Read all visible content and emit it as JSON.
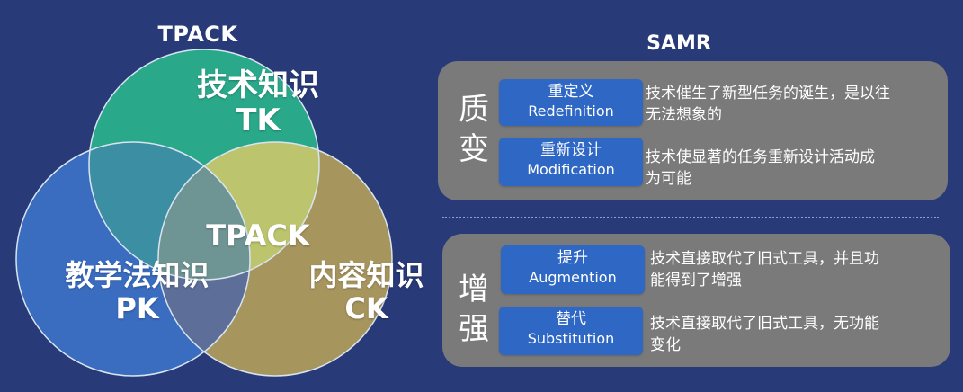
{
  "tpack": {
    "title": "TPACK",
    "tk": {
      "zh": "技术知识",
      "abbr": "TK"
    },
    "pk": {
      "zh": "教学法知识",
      "abbr": "PK"
    },
    "ck": {
      "zh": "内容知识",
      "abbr": "CK"
    },
    "center": "TPACK",
    "colors": {
      "tk": "#2aa88a",
      "pk": "#3a6cc0",
      "ck": "#a7955e",
      "tk_pk": "#3c8fa2",
      "tk_ck": "#bcc56e",
      "pk_ck": "#5d6e98",
      "center": "#6f9494"
    }
  },
  "samr": {
    "title": "SAMR",
    "groups": [
      {
        "category": [
          "质",
          "变"
        ],
        "levels": [
          {
            "zh": "重定义",
            "en": "Redefinition",
            "desc_lines": [
              "技术催生了新型任务的诞生，是以往",
              "无法想象的"
            ]
          },
          {
            "zh": "重新设计",
            "en": "Modification",
            "desc_lines": [
              "技术使显著的任务重新设计活动成",
              "为可能"
            ]
          }
        ]
      },
      {
        "category": [
          "增",
          "强"
        ],
        "levels": [
          {
            "zh": "提升",
            "en": "Augmention",
            "desc_lines": [
              "技术直接取代了旧式工具，并且功",
              "能得到了增强"
            ]
          },
          {
            "zh": "替代",
            "en": "Substitution",
            "desc_lines": [
              "技术直接取代了旧式工具，无功能",
              "变化"
            ]
          }
        ]
      }
    ],
    "colors": {
      "panel": "#7a7a7a",
      "button": "#2f67c4"
    }
  }
}
